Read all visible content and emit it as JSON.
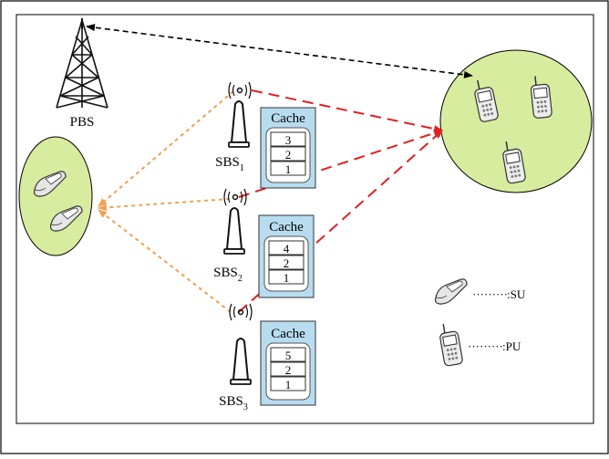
{
  "pbs": {
    "label": "PBS"
  },
  "sbs": [
    {
      "label": "SBS",
      "sub": "1",
      "cache_title": "Cache",
      "slots": [
        "3",
        "2",
        "1"
      ]
    },
    {
      "label": "SBS",
      "sub": "2",
      "cache_title": "Cache",
      "slots": [
        "4",
        "2",
        "1"
      ]
    },
    {
      "label": "SBS",
      "sub": "3",
      "cache_title": "Cache",
      "slots": [
        "5",
        "2",
        "1"
      ]
    }
  ],
  "legend": {
    "su": ":SU",
    "pu": ":PU"
  },
  "colors": {
    "ellipse_fill": "#d7ec9e",
    "cache_fill": "#b8dcef",
    "red_link": "#e02020",
    "orange_link": "#f2a050",
    "black_link": "#000000"
  }
}
